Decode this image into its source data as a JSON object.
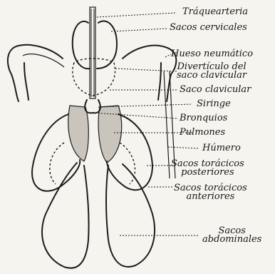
{
  "labels": {
    "traquearteria": "Tráquearteria",
    "sacos_cervicales": "Sacos cervicales",
    "hueso_neumatico": "Hueso neumático",
    "diverticulo_line1": "Divertículo del",
    "diverticulo_line2": "saco clavicular",
    "saco_clavicular": "Saco clavicular",
    "siringe": "Siringe",
    "bronquios": "Bronquios",
    "pulmones": "Pulmones",
    "humero": "Húmero",
    "toracicos_post_line1": "Sacos torácicos",
    "toracicos_post_line2": "posteriores",
    "toracicos_ant_line1": "Sacos torácicos",
    "toracicos_ant_line2": "anteriores",
    "abdominales_line1": "Sacos",
    "abdominales_line2": "abdominales"
  }
}
